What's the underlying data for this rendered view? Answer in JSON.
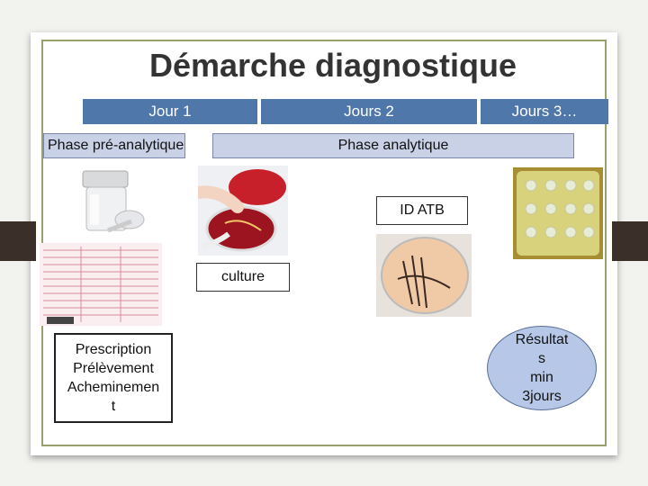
{
  "slide": {
    "title": "Démarche diagnostique",
    "timeline": [
      "Jour 1",
      "Jours 2",
      "Jours 3…"
    ],
    "phase_pre": "Phase pré-analytique",
    "phase_analytique": "Phase analytique",
    "id_atb": "ID ATB",
    "culture": "culture",
    "prescription": [
      "Prescription",
      "Prélèvement",
      "Acheminemen",
      "t"
    ],
    "resultats": [
      "Résultat",
      "s",
      "min",
      "3jours"
    ]
  },
  "colors": {
    "timeline_bar": "#4f77aa",
    "phase_box": "#c9d1e6",
    "result_ellipse": "#b6c7e7",
    "frame": "#9aa06a"
  },
  "images": [
    "specimen-container-image",
    "blood-agar-inoculation-photo",
    "antibiogram-disk-plate-photo",
    "prescription-form-image",
    "culture-plate-photo"
  ]
}
